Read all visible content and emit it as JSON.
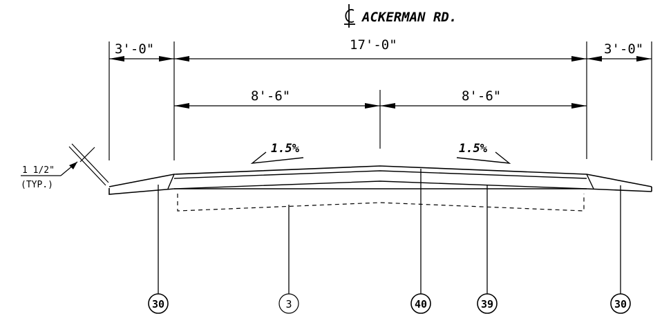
{
  "title": "ACKERMAN RD.",
  "centerline_symbol": "centerline-symbol",
  "dimensions": {
    "left_shoulder": "3'-0\"",
    "travel_width": "17'-0\"",
    "right_shoulder": "3'-0\"",
    "left_lane": "8'-6\"",
    "right_lane": "8'-6\""
  },
  "slopes": {
    "left": "1.5%",
    "right": "1.5%"
  },
  "thickness_note": {
    "value": "1 1/2\"",
    "qualifier": "(TYP.)"
  },
  "callouts": [
    "30",
    "3",
    "40",
    "39",
    "30"
  ]
}
